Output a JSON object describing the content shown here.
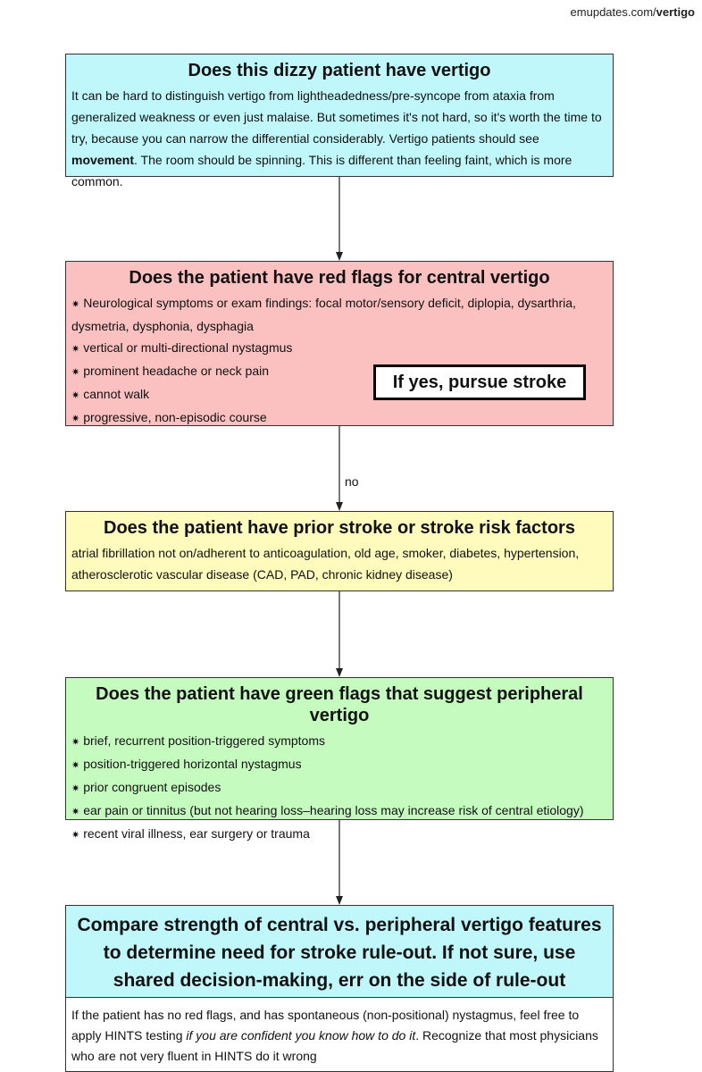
{
  "source": {
    "prefix": "emupdates.com/",
    "bold": "vertigo"
  },
  "boxes": {
    "vertigo": {
      "title": "Does this dizzy patient have vertigo",
      "text_before": "It can be hard to distinguish vertigo from lightheadedness/pre-syncope from ataxia from generalized weakness or even just malaise. But sometimes it's not hard, so it's worth the time to try, because you can narrow the differential considerably. Vertigo patients should see ",
      "text_bold": "movement",
      "text_after": ". The room should be spinning. This is different than feeling faint, which is more common.",
      "color": "#bff7fb"
    },
    "red": {
      "title": "Does the patient have red flags for central vertigo",
      "items": [
        "Neurological symptoms or exam findings: focal motor/sensory deficit, diplopia, dysarthria, dysmetria, dysphonia, dysphagia",
        "vertical or multi-directional nystagmus",
        "prominent headache or neck pain",
        "cannot walk",
        "progressive, non-episodic course"
      ],
      "callout": "If yes, pursue stroke",
      "color": "#fbc0c0"
    },
    "yellow": {
      "title": "Does the patient have prior stroke or stroke risk factors",
      "text": "atrial fibrillation not on/adherent to anticoagulation, old age, smoker, diabetes, hypertension, atherosclerotic vascular disease (CAD, PAD, chronic kidney disease)",
      "color": "#fefbbc"
    },
    "green": {
      "title": "Does the patient have green flags that suggest peripheral vertigo",
      "items": [
        "brief, recurrent position-triggered symptoms",
        "position-triggered horizontal nystagmus",
        "prior congruent episodes",
        "ear pain or tinnitus (but not hearing loss–hearing loss may increase risk of central etiology)",
        "recent viral illness, ear surgery or trauma"
      ],
      "color": "#c6fbc0"
    },
    "compare": {
      "title": "Compare strength of central vs. peripheral vertigo features to determine need for stroke rule-out. If not sure, use shared decision-making, err on the side of rule-out",
      "text_before": "If the patient has no red flags, and has spontaneous (non-positional) nystagmus, feel free to apply HINTS testing ",
      "text_italic": "if you are confident you know how to do it",
      "text_after": ". Recognize that most physicians who are not very fluent in HINTS do it wrong"
    }
  },
  "edges": {
    "red_to_yellow": "no"
  },
  "bullet_glyph": "✷"
}
